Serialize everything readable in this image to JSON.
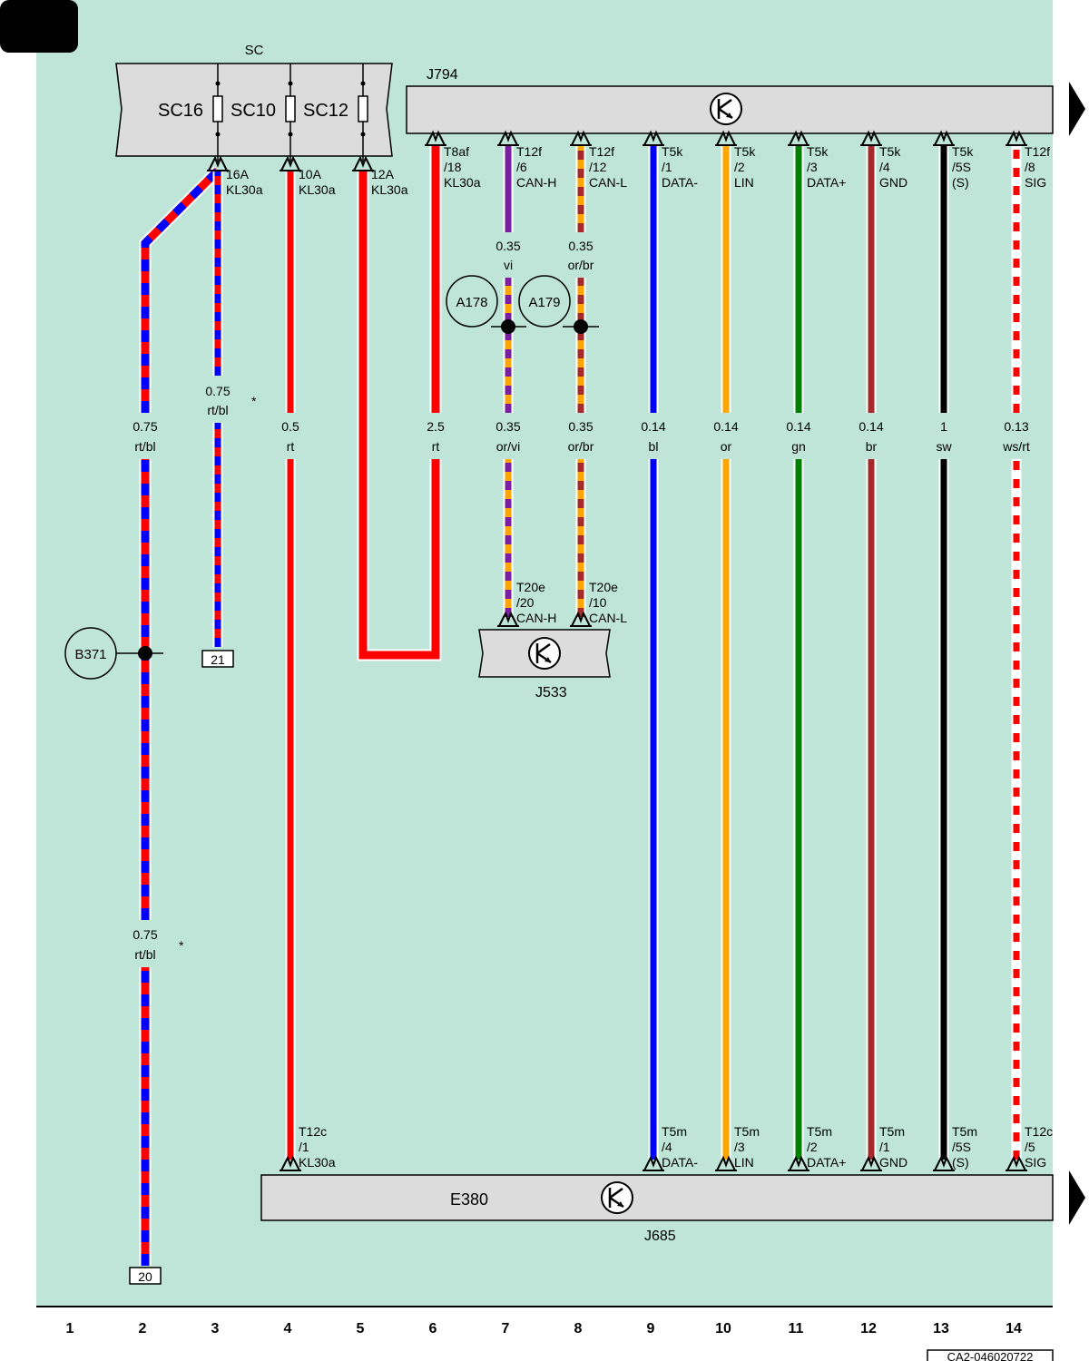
{
  "colors": {
    "background": "#bfe4d8",
    "component_fill": "#dcdcdc",
    "rt": "#ff0000",
    "bl": "#0000ff",
    "vi": "#7a1fa0",
    "or": "#ffa500",
    "br": "#a52a2a",
    "gn": "#008000",
    "sw": "#000000",
    "ws": "#ffffff"
  },
  "fuse_box": {
    "title": "SC",
    "fuses": [
      "SC16",
      "SC10",
      "SC12"
    ],
    "outputs": [
      {
        "amp": "16A",
        "signal": "KL30a"
      },
      {
        "amp": "10A",
        "signal": "KL30a"
      },
      {
        "amp": "12A",
        "signal": "KL30a"
      }
    ]
  },
  "top_module": {
    "name": "J794",
    "pins": [
      {
        "conn": "T8af",
        "pin": "/18",
        "signal": "KL30a"
      },
      {
        "conn": "T12f",
        "pin": "/6",
        "signal": "CAN-H"
      },
      {
        "conn": "T12f",
        "pin": "/12",
        "signal": "CAN-L"
      },
      {
        "conn": "T5k",
        "pin": "/1",
        "signal": "DATA-"
      },
      {
        "conn": "T5k",
        "pin": "/2",
        "signal": "LIN"
      },
      {
        "conn": "T5k",
        "pin": "/3",
        "signal": "DATA+"
      },
      {
        "conn": "T5k",
        "pin": "/4",
        "signal": "GND"
      },
      {
        "conn": "T5k",
        "pin": "/5S",
        "signal": "(S)"
      },
      {
        "conn": "T12f",
        "pin": "/8",
        "signal": "SIG"
      }
    ]
  },
  "gateway": {
    "name": "J533",
    "pins": [
      {
        "conn": "T20e",
        "pin": "/20",
        "signal": "CAN-H"
      },
      {
        "conn": "T20e",
        "pin": "/10",
        "signal": "CAN-L"
      }
    ]
  },
  "bottom_module": {
    "label": "E380",
    "name": "J685",
    "pins": [
      {
        "conn": "T12c",
        "pin": "/1",
        "signal": "KL30a"
      },
      {
        "conn": "T5m",
        "pin": "/4",
        "signal": "DATA-"
      },
      {
        "conn": "T5m",
        "pin": "/3",
        "signal": "LIN"
      },
      {
        "conn": "T5m",
        "pin": "/2",
        "signal": "DATA+"
      },
      {
        "conn": "T5m",
        "pin": "/1",
        "signal": "GND"
      },
      {
        "conn": "T5m",
        "pin": "/5S",
        "signal": "(S)"
      },
      {
        "conn": "T12c",
        "pin": "/5",
        "signal": "SIG"
      }
    ]
  },
  "splices": [
    "A178",
    "A179",
    "B371"
  ],
  "references": [
    "20",
    "21"
  ],
  "wires": {
    "col2_upper": {
      "size": "0.75",
      "color": "rt/bl"
    },
    "col2_lower": {
      "size": "0.75",
      "color": "rt/bl"
    },
    "col3": {
      "size": "0.75",
      "color": "rt/bl"
    },
    "col4": {
      "size": "0.5",
      "color": "rt"
    },
    "col6": {
      "size": "2.5",
      "color": "rt"
    },
    "col7_top": {
      "size": "0.35",
      "color": "vi"
    },
    "col8_top": {
      "size": "0.35",
      "color": "or/br"
    },
    "col7": {
      "size": "0.35",
      "color": "or/vi"
    },
    "col8": {
      "size": "0.35",
      "color": "or/br"
    },
    "col9": {
      "size": "0.14",
      "color": "bl"
    },
    "col10": {
      "size": "0.14",
      "color": "or"
    },
    "col11": {
      "size": "0.14",
      "color": "gn"
    },
    "col12": {
      "size": "0.14",
      "color": "br"
    },
    "col13": {
      "size": "1",
      "color": "sw"
    },
    "col14": {
      "size": "0.13",
      "color": "ws/rt"
    }
  },
  "asterisk": "*",
  "columns": [
    "1",
    "2",
    "3",
    "4",
    "5",
    "6",
    "7",
    "8",
    "9",
    "10",
    "11",
    "12",
    "13",
    "14"
  ],
  "footer_code": "CA2-046020722"
}
